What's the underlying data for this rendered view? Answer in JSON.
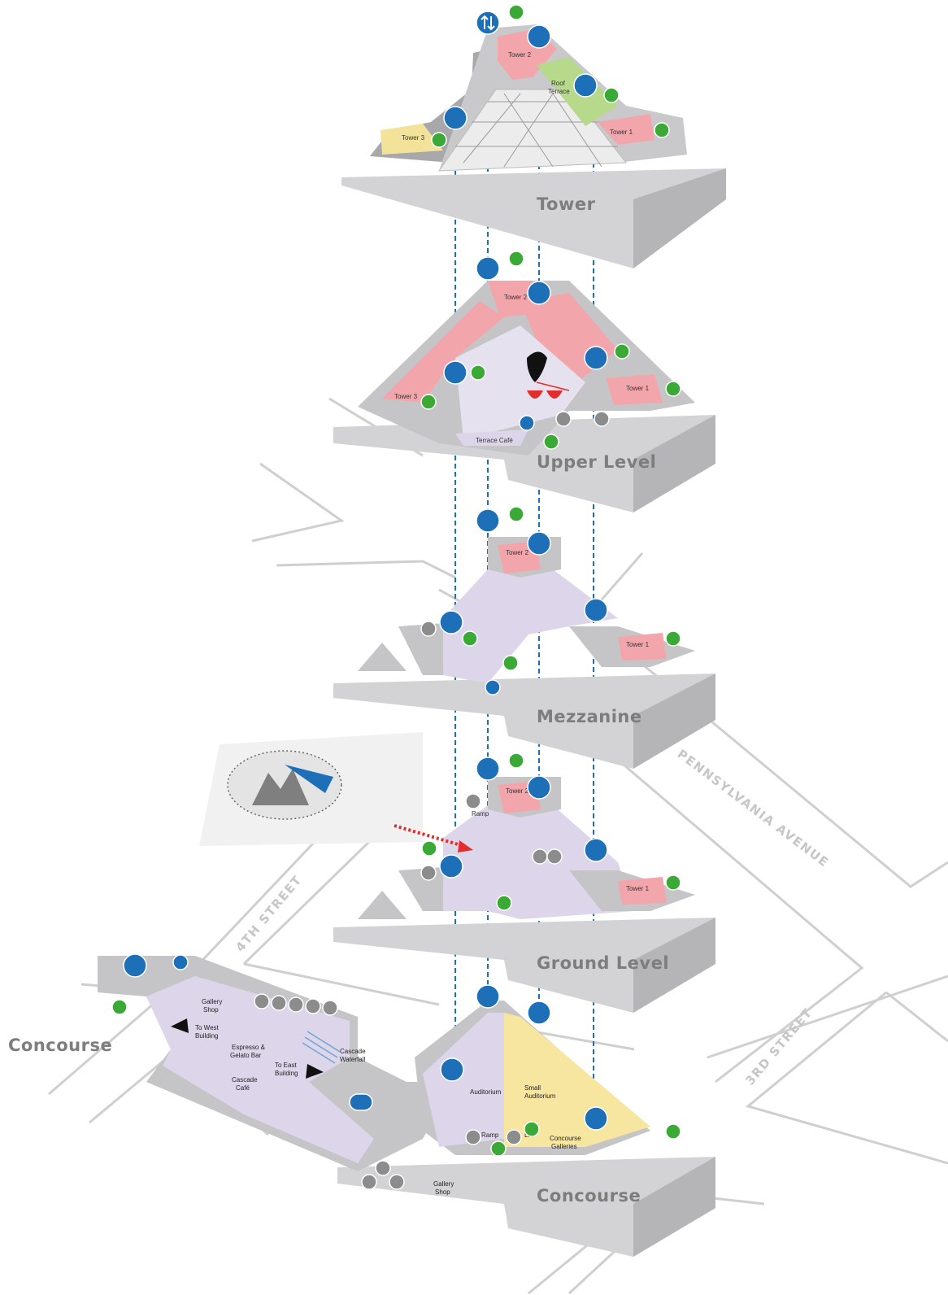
{
  "levels": {
    "tower": "Tower",
    "upper": "Upper Level",
    "mezzanine": "Mezzanine",
    "ground": "Ground Level",
    "concourse": "Concourse",
    "concourse_west": "Concourse"
  },
  "streets": {
    "pennsylvania": "PENNSYLVANIA AVENUE",
    "fourth": "4TH STREET",
    "third": "3RD STREET"
  },
  "rooms": {
    "tower1": "Tower 1",
    "tower2": "Tower 2",
    "tower3": "Tower 3",
    "roof_terrace_1": "Roof",
    "roof_terrace_2": "Terrace",
    "terrace_cafe": "Terrace Café",
    "ramp": "Ramp",
    "gallery_shop_1": "Gallery",
    "gallery_shop_2": "Shop",
    "to_west_1": "To West",
    "to_west_2": "Building",
    "espresso_1": "Espresso &",
    "espresso_2": "Gelato Bar",
    "cascade_cafe_1": "Cascade",
    "cascade_cafe_2": "Café",
    "to_east_1": "To East",
    "to_east_2": "Building",
    "waterfall_1": "Cascade",
    "waterfall_2": "Waterfall",
    "auditorium": "Auditorium",
    "small_aud_1": "Small",
    "small_aud_2": "Auditorium",
    "lift": "Lift",
    "galleries_1": "Concourse",
    "galleries_2": "Galleries"
  },
  "colors": {
    "elevator": "#1d6fb8",
    "stairs": "#3aa935",
    "tower_room": "#f2a6ac",
    "roof_terrace": "#b6d98b",
    "tower3_room": "#f3e39a",
    "circulation": "#ddd6ea",
    "concourse_galleries": "#f6e6a0",
    "floor_plate": "#d3d3d5"
  },
  "icons": [
    "elevator-icon",
    "stairs-icon",
    "escalator-icon",
    "restroom-icon",
    "accessible-icon",
    "info-icon",
    "atm-icon",
    "moving-walkway-icon"
  ]
}
